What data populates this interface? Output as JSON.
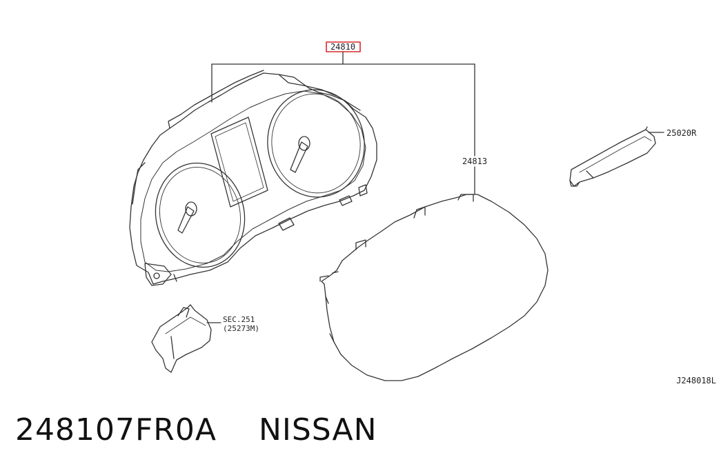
{
  "diagram": {
    "callouts": {
      "main_part": "24810",
      "lens": "24813",
      "switch_right": "25020R",
      "section_ref": "SEC.251",
      "section_part": "(25273M)",
      "drawing_id": "J248018L"
    },
    "colors": {
      "line": "#333333",
      "highlight_box": "#d62828"
    }
  },
  "caption": {
    "part_number": "248107FR0A",
    "brand": "NISSAN"
  }
}
